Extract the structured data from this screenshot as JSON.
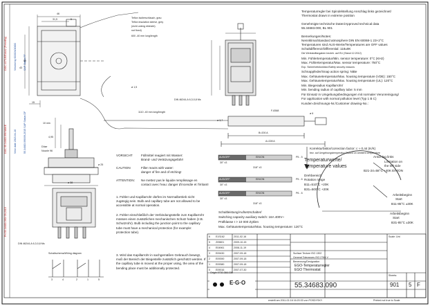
{
  "stamps": {
    "line1": "DOC.1373-BE1AA2 (Freiwillig)",
    "line2": "Viewed by IDOCNOOOD",
    "line3": "SAP Status FF",
    "line4": "DOC 55.34683.090 MAKE",
    "line5": "View date 2015-04-10",
    "line6": "55.34683.090/09-2015 SAP Status DF",
    "line7": "Prt 55 34683 090/ 09-2015"
  },
  "dims_top": {
    "d46": "46",
    "d31_5": "31,5",
    "d5": "5",
    "d15": "15"
  },
  "dims_left": {
    "d50": "50",
    "d43": "43",
    "d6_3": "6,3",
    "d29": "29",
    "d9_5": "9,5"
  },
  "cable_note_de": "Teflon Isolierschlauch, grau",
  "cable_note_en": "Teflon insulation sleeve, grey",
  "cable_note_de2": "(nicht unterg ebleicht)",
  "cable_note_en2": "not fixed)",
  "cable_len": "600 -40 mm long/length",
  "d_phi15": "ø 1,5",
  "din_top": "DIN 46244-A 6,3-0,8 Ms",
  "cap_len": "1110 -40 mm long/length",
  "d_f8368": "F-8368",
  "d_b200": "B=200 A",
  "d_a228": "A=228 A",
  "d_phi6": "ø 6",
  "d_phi3": "ø 3,7",
  "d_phi25": "ø 25",
  "nozzle": {
    "label": "Düse",
    "sub": "Nozzle 96"
  },
  "d_phi38": "ø 38",
  "d_10min": "10 min",
  "d_4_95": "4,95",
  "din_bottom": "DIN 46244-A 6,3-0,8 Ms",
  "wiring_title": "Schaltschema/Wiring diagram",
  "wiring_nums": [
    "3",
    "4",
    "2",
    "1",
    "5"
  ],
  "right_header": {
    "l1": "Temperaturregler bei Spindelstellung Anschlag links gezeichnet/",
    "l2": "Thermostat drawn in extreme position",
    "l3": "Genehmigte technische Daten/Approved technical data",
    "l4": "55.34683.000, BL 901",
    "l5": "Bemerkungen/Notes:",
    "l6": "Nennklima/Standard atmosphere DIN EN 60068-1 23+2°C",
    "l7": "Temperaturen sind AUS-Werte/Temperatures are OFF values",
    "l8": "Schaltdifferenz/Differential: 118±9K",
    "l9": "Die Werkstoffangaben bezieh. auf EU (Stand 12.2012)",
    "l10": "Min. Fühlertemperatur/Min. sensor temperature: 0°C (KHz)",
    "l11": "Max. Fühlertemperatur/Max. sensor temperature: 750°C",
    "l12": "Exp. Sicherheitsfunktion/Safety security reasons",
    "l13": "Schnappfeder/Snap action spring: NiBe",
    "l14": "Max. Gehäusetemperatur/Max. housing temperature (VDE): 150°C",
    "l15": "Max. Gehäusetemperatur/Max. housing temperature (UL): 120°C",
    "l16": "Min. Biegeradius Kapillarrohr/",
    "l17": "Min. bending radius of capillary tube: 5 mm",
    "l18": "Für Einsatz in Umgebungsbedingungen mit normaler Verunreinigung/",
    "l19": "For application with normal pollution level (Typ 1 B C)",
    "l20": "Kunden-Zeichnungs-Nr./Customer drawing-No.:"
  },
  "correction": {
    "de": "Korrekturfaktor/correction factor: c ≈ 0,44 (K/K)",
    "en": "bez. auf Umgebungstemperatur/ Based on ambient temperature"
  },
  "temp_graph": {
    "title1": "Temperaturwerte/",
    "title2": "Temperature values",
    "dreh": "Drehbereich",
    "rot": "Rotation range",
    "r1": "B11=510°C +20K",
    "r2": "B31=500°C +20K",
    "stop": "Anschlag links",
    "limit": "Limitation on",
    "left_side": "the left side",
    "b21": "B21-24=58°C +40K EIN/ON",
    "arb": "Arbeitsbeginn",
    "start": "Start",
    "s1": "B11-85°C ±30K",
    "arb2": "Arbeitsbeginn",
    "start2": "Start",
    "s2": "B31-85°C ±30K"
  },
  "left_notes": {
    "vorsicht_label": "VORSICHT",
    "vorsicht_t1": "Füllmittel reagiert mit Wasser:",
    "vorsicht_t2": "Brand- und Verätzungsgefahr!",
    "caution_label": "CAUTION",
    "caution_t1": "Filler reacts with water:",
    "caution_t2": "danger of fire and of etching!",
    "attention_label": "ATTENTION:",
    "attention_t1": "Ne mettez pas le liquide remplissage en",
    "attention_t2": "contact avec l'eau: danger d'incendie et l'irritant!",
    "n1": "1. Fühler und Kapillarrohr dürfen im Normalbetrieb nicht zugängig sein. Bulb and capillary tube are not allowed to be accessible at normal operation.",
    "n2": "2. Fühler einschließlich der Verbindungsstelle zum Kapillarrohr müssen einen zusätzlichen mechanischen Schutz haben (z.B. Schutzrohr). Bulb including the junction point to the capillary tube must have a mechanical protection (for example: protection tube).",
    "n3": "3. Wird das Kapillarrohr in sachgemäßen Gebrauch bewegt, muß der Bereich der Biegestelle zusätzlich geschützt werden. If the capillary tube is moved at the proper using, the area of the bending place must be additionally protected."
  },
  "switch_diagrams": [
    {
      "label": "P5 - 5",
      "off": "AUS/OFF",
      "on": "EIN/ON",
      "angle": "318° ±3",
      "a30": "30° ±3"
    },
    {
      "label": "P5 - 6",
      "off": "AUS/OFF",
      "on": "EIN/ON",
      "angle": "318° ±3",
      "a30": "30° ±3"
    },
    {
      "label": "P6 - 6",
      "off": "AUS/OFF",
      "on": "EIN/ON",
      "angle": "318° ±3",
      "a30": "30° ±3"
    }
  ],
  "switch_notes": {
    "l1": "Schaltleistung/Aufsetzschalter/",
    "l2": "Switching capacity auxiliary switch: 16A 400V~",
    "l3": "Prüfklasse I > 10 000 Zyklen",
    "l4": "Max. Gehäusetemperatur/Max. housing temperature: 120°C"
  },
  "title_block": {
    "revisions": [
      {
        "ind": "6",
        "no": "E1S162",
        "date": "2011-02-16"
      },
      {
        "ind": "5",
        "no": "Z09801",
        "date": "2009-10-15"
      },
      {
        "ind": "4",
        "no": "E04961",
        "date": "2008-11-19"
      },
      {
        "ind": "3",
        "no": "E09430",
        "date": "2007-09-18"
      },
      {
        "ind": "2",
        "no": "E09390",
        "date": "2007-09-18"
      },
      {
        "ind": "1",
        "no": "E09380",
        "date": "2007-09-18"
      },
      {
        "ind": "0",
        "no": "E09016",
        "date": "2007-07-30"
      }
    ],
    "surface": "Surface Texture ISO 1302",
    "tolerance": "General Tolerances ISO 2768-V",
    "designation_label": "Benennung/Designation",
    "designation_de": "EGO-Temperaturregler",
    "designation_en": "EGO Thermostat",
    "drawing_no": "55.34683.090",
    "sheet_label": "Sheets:",
    "sheet_no": "901",
    "fmt": "5",
    "blatt": "F",
    "sheet1": "1",
    "company": "E·G·O",
    "scale": "Scale: Unt",
    "printed": "Printed not true to Scale",
    "bottom_line": "erstellt am  2011-02-16 16:20:33 von POSDYSKY",
    "ref": "Origin 9730.366.036"
  }
}
